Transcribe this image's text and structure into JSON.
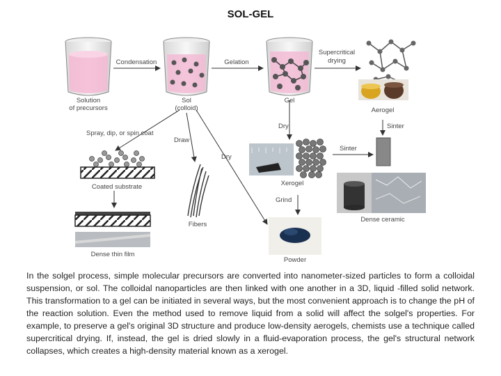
{
  "title": "SOL-GEL",
  "steps": {
    "solution_l1": "Solution",
    "solution_l2": "of precursors",
    "condensation": "Condensation",
    "sol_l1": "Sol",
    "sol_l2": "(colloid)",
    "gelation": "Gelation",
    "gel": "Gel",
    "supercritical_l1": "Supercritical",
    "supercritical_l2": "drying",
    "aerogel": "Aerogel",
    "sinter_top": "Sinter",
    "dry_gel": "Dry",
    "sinter_mid": "Sinter",
    "xerogel": "Xerogel",
    "dense_ceramic": "Dense ceramic",
    "grind": "Grind",
    "powder": "Powder",
    "spray": "Spray, dip, or spin coat",
    "draw": "Draw",
    "dry_sol": "Dry",
    "coated_substrate": "Coated substrate",
    "dense_film": "Dense thin film",
    "fibers": "Fibers"
  },
  "colors": {
    "pink_liquid": "#f4b8d4",
    "particle": "#555555",
    "aerogel_gold": "#d9a520",
    "aerogel_dark": "#5a3a28",
    "powder": "#1a3050"
  },
  "paragraph": "In the solgel process, simple molecular precursors are converted into nanometer-sized particles to form a colloidal suspension, or sol. The colloidal nanoparticles are then linked with one another in a 3D, liquid -filled solid network. This transformation to a gel can be initiated in several ways, but the most convenient approach is to change the pH of the reaction solution. Even the method used to remove liquid from a solid will affect the solgel's properties. For example, to preserve a gel's original 3D structure and produce low-density aerogels, chemists use a technique called supercritical drying. If, instead, the gel is dried slowly in a fluid-evaporation process, the gel's structural network collapses, which creates a high-density material known as a xerogel."
}
